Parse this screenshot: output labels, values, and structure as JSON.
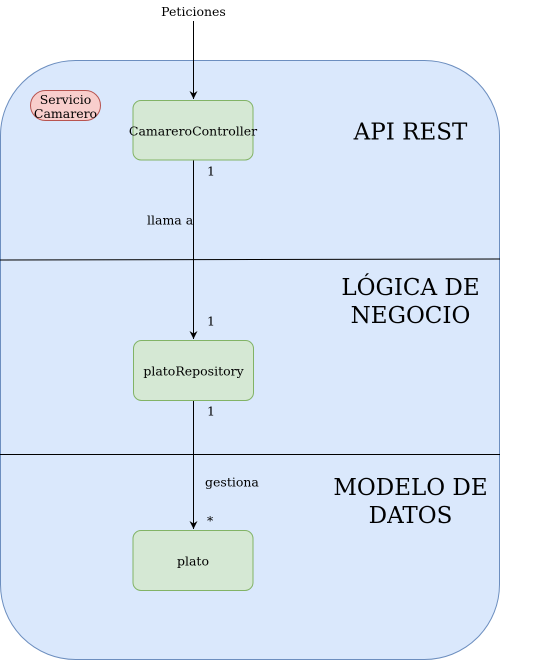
{
  "diagram": {
    "entry_label": "Peticiones",
    "service_badge": {
      "line1": "Servicio",
      "line2": "Camarero"
    },
    "layers": {
      "api": {
        "title": "API REST"
      },
      "logic": {
        "title_line1": "LÓGICA DE",
        "title_line2": "NEGOCIO"
      },
      "model": {
        "title_line1": "MODELO DE",
        "title_line2": "DATOS"
      }
    },
    "nodes": {
      "controller": "CamareroController",
      "repository": "platoRepository",
      "entity": "plato"
    },
    "edges": {
      "calls": {
        "label": "llama a",
        "source_multiplicity": "1",
        "target_multiplicity": "1"
      },
      "manages": {
        "label": "gestiona",
        "source_multiplicity": "1",
        "target_multiplicity": "*"
      }
    },
    "colors": {
      "container_fill": "#dae8fc",
      "container_stroke": "#6c8ebf",
      "node_fill": "#d5e8d4",
      "node_stroke": "#82b366",
      "badge_fill": "#f8cecc",
      "badge_stroke": "#b85450"
    }
  }
}
